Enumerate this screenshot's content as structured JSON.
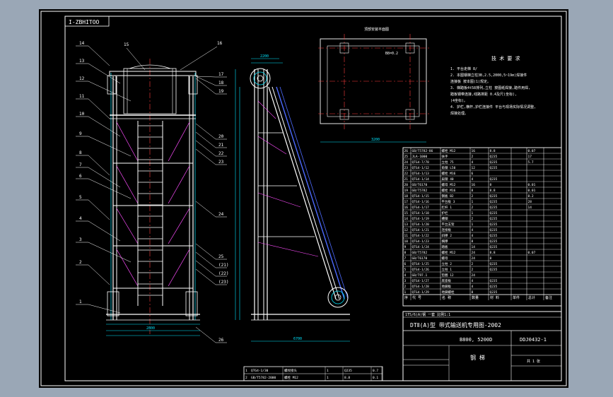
{
  "view_label": "I-ZBHITOO",
  "side_view_label": "",
  "top_view_label": "顶部安装平面图",
  "dim_label": "B8=0.2",
  "tech_requirements": {
    "title": "技 术 要 求",
    "items": [
      "1. 平台走梯 8/",
      "2. 本图钢梯立柱3B,2.5,2000,5~19m)焊接件",
      "   连接板 按本图(1)规定。",
      "3. 梯踏板4t58排列,立柱 按图纸焊接,踏件用焊,",
      "   踏板钢带连接,线路排距 0.4及尺(坐标),",
      "   (4坐标)。",
      "4. 护栏,横杆,护栏连接件 平台与现场实际情况调整,",
      "   焊接处理。"
    ]
  },
  "callouts_left": [
    "14",
    "13",
    "12",
    "11",
    "10",
    "9",
    "8",
    "7",
    "6",
    "5",
    "4",
    "3",
    "2",
    "1"
  ],
  "callouts_top": [
    "15",
    "16"
  ],
  "callouts_right": [
    "17",
    "18",
    "19",
    "20",
    "21",
    "22",
    "23",
    "24",
    "25",
    "(21)",
    "(22)",
    "(23)",
    "26"
  ],
  "dims": {
    "bottom_left": "2800",
    "bottom_side": "6700",
    "top_side": "2200",
    "plan_bottom": "3200"
  },
  "bom_header": [
    "序",
    "代 号",
    "名 称",
    "数量",
    "材 料",
    "单件",
    "总计",
    "备注"
  ],
  "bom_rows": [
    [
      "26",
      "GB/T5782-86",
      "螺栓 M12",
      "16",
      "8.8",
      "",
      "0.07",
      ""
    ],
    [
      "25",
      "JLA-1000",
      "扶手",
      "2",
      "Q235",
      "",
      "17",
      ""
    ],
    [
      "24",
      "QTG4-7/78",
      "立柱 75",
      "4",
      "Q235",
      "",
      "5.7",
      ""
    ],
    [
      "23",
      "QTG4-1/12",
      "角钢 L50",
      "12",
      "Q235",
      "",
      "",
      ""
    ],
    [
      "22",
      "QTG4-1/13",
      "螺栓 M16",
      "6",
      "",
      "",
      "",
      ""
    ],
    [
      "21",
      "QTG4-1/14",
      "扁钢 40",
      "4",
      "Q235",
      "",
      "",
      ""
    ],
    [
      "20",
      "GB/T6170",
      "螺母 M12",
      "16",
      "8",
      "",
      "0.01",
      ""
    ],
    [
      "19",
      "GB/T5782",
      "螺栓 M16",
      "8",
      "8.8",
      "",
      "0.01",
      ""
    ],
    [
      "18",
      "QTG4-1/15",
      "钢板 B2",
      "2",
      "Q235",
      "",
      "8.2",
      ""
    ],
    [
      "17",
      "QTG4-1/16",
      "平台板 3",
      "1",
      "Q235",
      "",
      "28",
      ""
    ],
    [
      "16",
      "QTG4-1/17",
      "栏杆 1",
      "2",
      "Q235",
      "",
      "14",
      ""
    ],
    [
      "15",
      "QTG4-1/18",
      "护栏",
      "1",
      "Q235",
      "",
      "",
      ""
    ],
    [
      "14",
      "QTG4-1/19",
      "槽钢",
      "2",
      "Q235",
      "",
      "",
      ""
    ],
    [
      "13",
      "QTG4-1/20",
      "平台支架",
      "1",
      "Q235",
      "",
      "",
      ""
    ],
    [
      "12",
      "QTG4-1/21",
      "连接板",
      "4",
      "Q235",
      "",
      "",
      ""
    ],
    [
      "11",
      "QTG4-1/22",
      "斜撑 2",
      "4",
      "Q235",
      "",
      "",
      ""
    ],
    [
      "10",
      "QTG4-1/23",
      "横撑",
      "8",
      "Q235",
      "",
      "",
      ""
    ],
    [
      "9",
      "QTG4-1/24",
      "踏板",
      "14",
      "Q235",
      "",
      "",
      ""
    ],
    [
      "8",
      "GB/T5782",
      "螺栓 M12",
      "24",
      "8.8",
      "",
      "0.07",
      ""
    ],
    [
      "7",
      "GB/T6170",
      "螺母",
      "24",
      "8",
      "",
      "",
      ""
    ],
    [
      "6",
      "QTG4-1/25",
      "立柱 2",
      "2",
      "Q235",
      "",
      "",
      ""
    ],
    [
      "5",
      "QTG4-1/26",
      "立柱 1",
      "2",
      "Q235",
      "",
      "",
      ""
    ],
    [
      "4",
      "GB/T97.1",
      "垫圈 12",
      "24",
      "",
      "",
      "",
      ""
    ],
    [
      "3",
      "QTG4-1/27",
      "底座板",
      "4",
      "Q235",
      "",
      "",
      ""
    ],
    [
      "2",
      "QTG4-1/28",
      "地脚板",
      "4",
      "Q235",
      "",
      "",
      ""
    ],
    [
      "1",
      "QTG4-1/29",
      "地脚螺栓",
      "8",
      "Q235",
      "",
      "",
      ""
    ]
  ],
  "title_block": {
    "company_row": "1T5/6(A)钢  一套  比例1:1",
    "title": "DTⅡ(A)型 带式输送机专用图-2002",
    "spec": "B800, 5200D",
    "drawing_no": "DDJ0432-1",
    "name": "钢 梯",
    "sheet": "共 1 张"
  },
  "bottom_table": {
    "rows": [
      [
        "1",
        "QTG4-1/30",
        "螺纹接头",
        "1",
        "Q235",
        "0.7"
      ],
      [
        "2",
        "GB/T5782-2000",
        "螺栓 M12",
        "1",
        "8.8",
        "0.1"
      ]
    ]
  }
}
